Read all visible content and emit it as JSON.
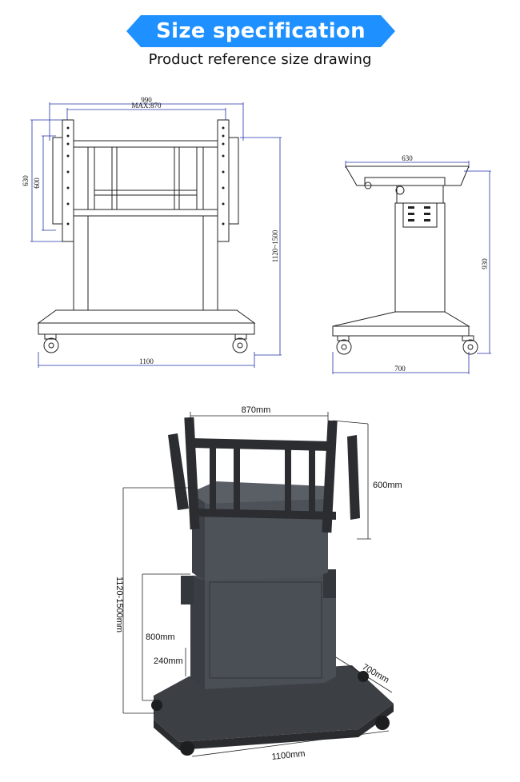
{
  "header": {
    "title": "Size specification",
    "subtitle": "Product reference size drawing",
    "accent_color": "#1E90FF"
  },
  "front_drawing": {
    "width_outer": "990",
    "width_mount": "MAX:870",
    "height_outer": "630",
    "height_inner": "600",
    "height_range": "1120~1500",
    "base_width": "1100"
  },
  "side_drawing": {
    "top_width": "630",
    "height": "930",
    "base_depth": "700"
  },
  "photo_labels": {
    "mount_width": "870mm",
    "mount_height": "600mm",
    "total_height": "1120-1500mm",
    "column_height": "800mm",
    "column_offset": "240mm",
    "base_depth": "700mm",
    "base_width": "1100mm"
  }
}
